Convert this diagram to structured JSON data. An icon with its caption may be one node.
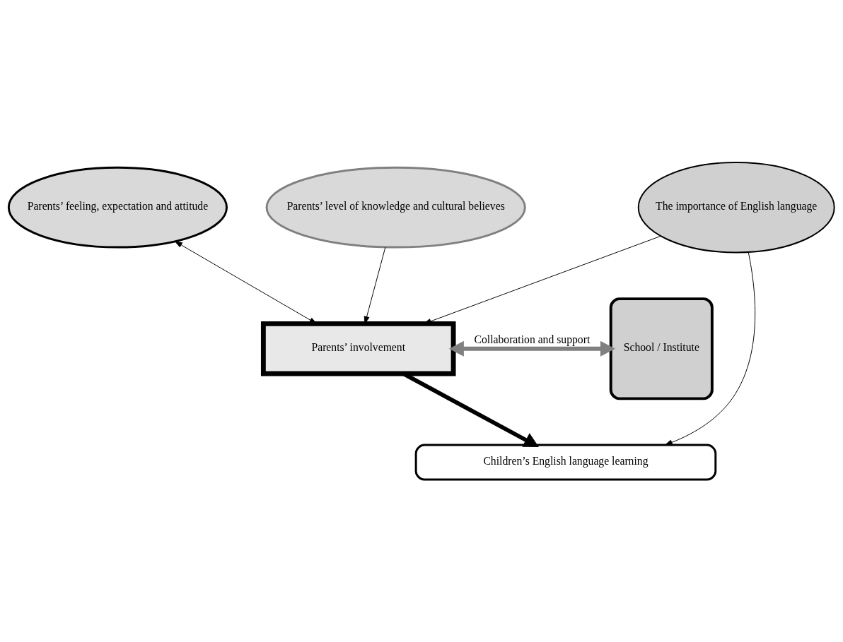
{
  "diagram": {
    "nodes": [
      {
        "text": [
          "Parents’ feeling, expectation and attitude"
        ]
      },
      {
        "text": [
          "Parents’ level of knowledge and cultural believes"
        ]
      },
      {
        "text": [
          "The importance of English language"
        ]
      },
      {
        "text": [
          "Parents’ involvement"
        ]
      },
      {
        "text": [
          "School / Institute"
        ]
      },
      {
        "text": [
          "Children’s English language learning"
        ]
      }
    ],
    "edges": [
      {
        "from": 0,
        "to": 3,
        "arrow": "both"
      },
      {
        "from": 1,
        "to": 3,
        "arrow": "to"
      },
      {
        "from": 2,
        "to": 3,
        "arrow": "to"
      },
      {
        "from": 2,
        "to": 5,
        "arrow": "to"
      },
      {
        "from": 3,
        "to": 5,
        "arrow": "to",
        "style": "thick"
      },
      {
        "from": 3,
        "to": 4,
        "arrow": "both",
        "style": "thick",
        "color": "#808080",
        "label": "Collaboration and support"
      }
    ]
  }
}
